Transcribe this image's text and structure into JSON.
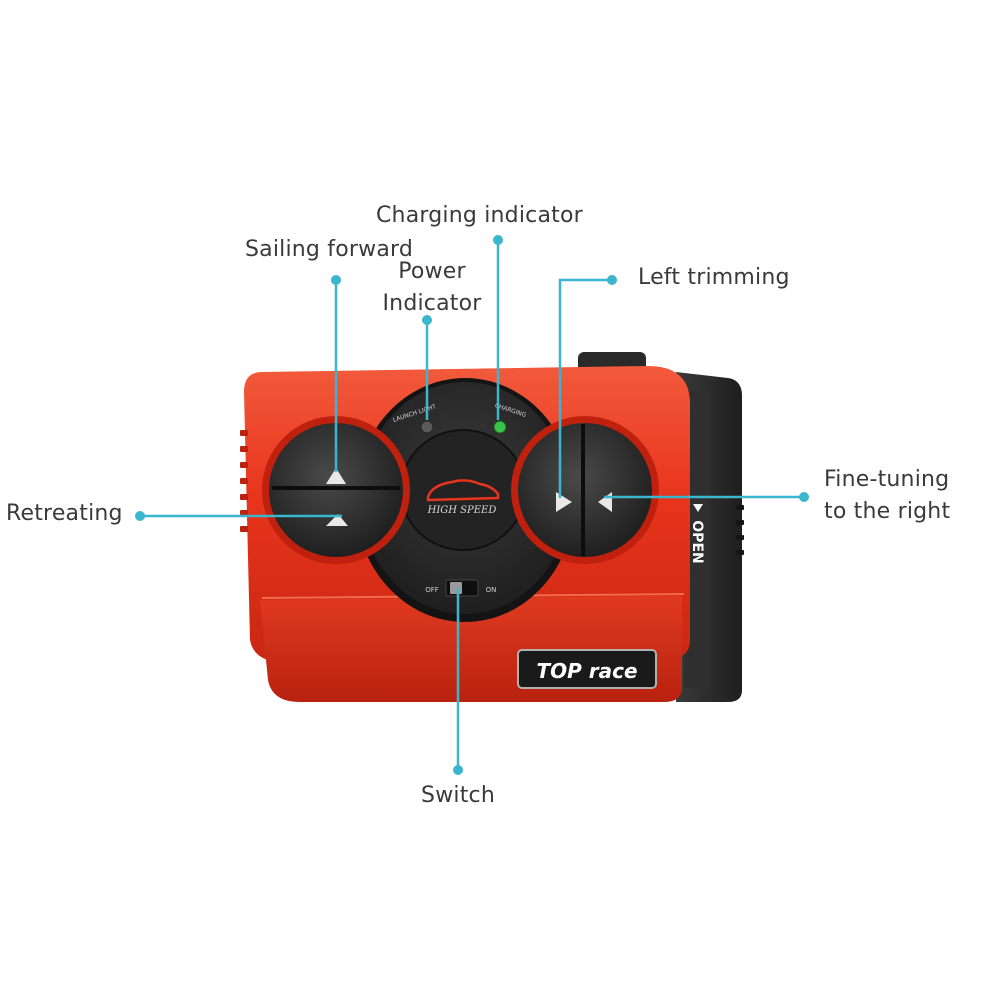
{
  "labels": {
    "charging_indicator": "Charging indicator",
    "sailing_forward": "Sailing forward",
    "power_indicator_line1": "Power",
    "power_indicator_line2": "Indicator",
    "left_trimming": "Left trimming",
    "retreating": "Retreating",
    "fine_tuning_line1": "Fine-tuning",
    "fine_tuning_line2": "to the right",
    "switch": "Switch"
  },
  "device": {
    "led_left_label": "LAUNCH LIGHT",
    "led_right_label": "CHARGING",
    "center_logo_text": "HIGH SPEED",
    "switch_off": "OFF",
    "switch_on": "ON",
    "open_label": "OPEN",
    "brand_logo": "TOP race"
  },
  "colors": {
    "body_red": "#e8341c",
    "leader_line": "#3bb6cf",
    "dark_panel": "#2b2b2b",
    "led_green": "#39c24a"
  },
  "icons": [
    "up-arrow-icon",
    "down-arrow-icon",
    "left-arrow-icon",
    "right-arrow-icon",
    "eject-triangle-icon"
  ]
}
